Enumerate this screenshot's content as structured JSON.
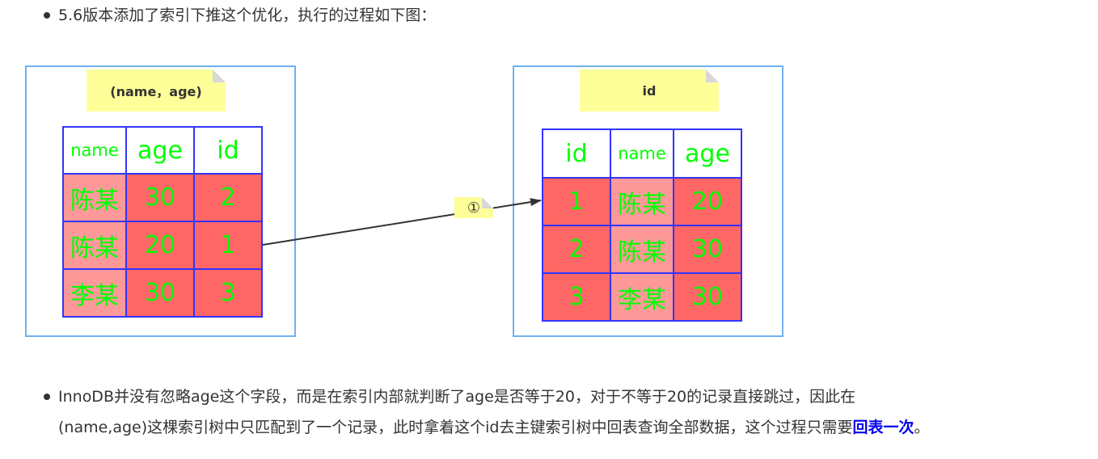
{
  "intro": {
    "text": "5.6版本添加了索引下推这个优化，执行的过程如下图："
  },
  "left_panel": {
    "note": "(name，age)",
    "headers": [
      "name",
      "age",
      "id"
    ],
    "rows": [
      [
        "陈某",
        "30",
        "2"
      ],
      [
        "陈某",
        "20",
        "1"
      ],
      [
        "李某",
        "30",
        "3"
      ]
    ]
  },
  "right_panel": {
    "note": "id",
    "headers": [
      "id",
      "name",
      "age"
    ],
    "rows": [
      [
        "1",
        "陈某",
        "20"
      ],
      [
        "2",
        "陈某",
        "30"
      ],
      [
        "3",
        "李某",
        "30"
      ]
    ]
  },
  "arrow": {
    "label": "①"
  },
  "explanation": {
    "line1": "InnoDB并没有忽略age这个字段，而是在索引内部就判断了age是否等于20，对于不等于20的记录直接跳过，因此在",
    "line2_prefix": "(name,age)这棵索引树中只匹配到了一个记录，此时拿着这个id去主键索引树中回表查询全部数据，这个过程只需要",
    "line2_emphasis": "回表一次",
    "line2_suffix": "。"
  },
  "colors": {
    "frame_border": "#6fb1f2",
    "table_border": "#3333ff",
    "cell_text": "#00ff00",
    "name_cell_bg": "#ff9999",
    "value_cell_bg": "#ff6666",
    "note_bg": "#ffff99",
    "emphasis": "#0000ee"
  }
}
